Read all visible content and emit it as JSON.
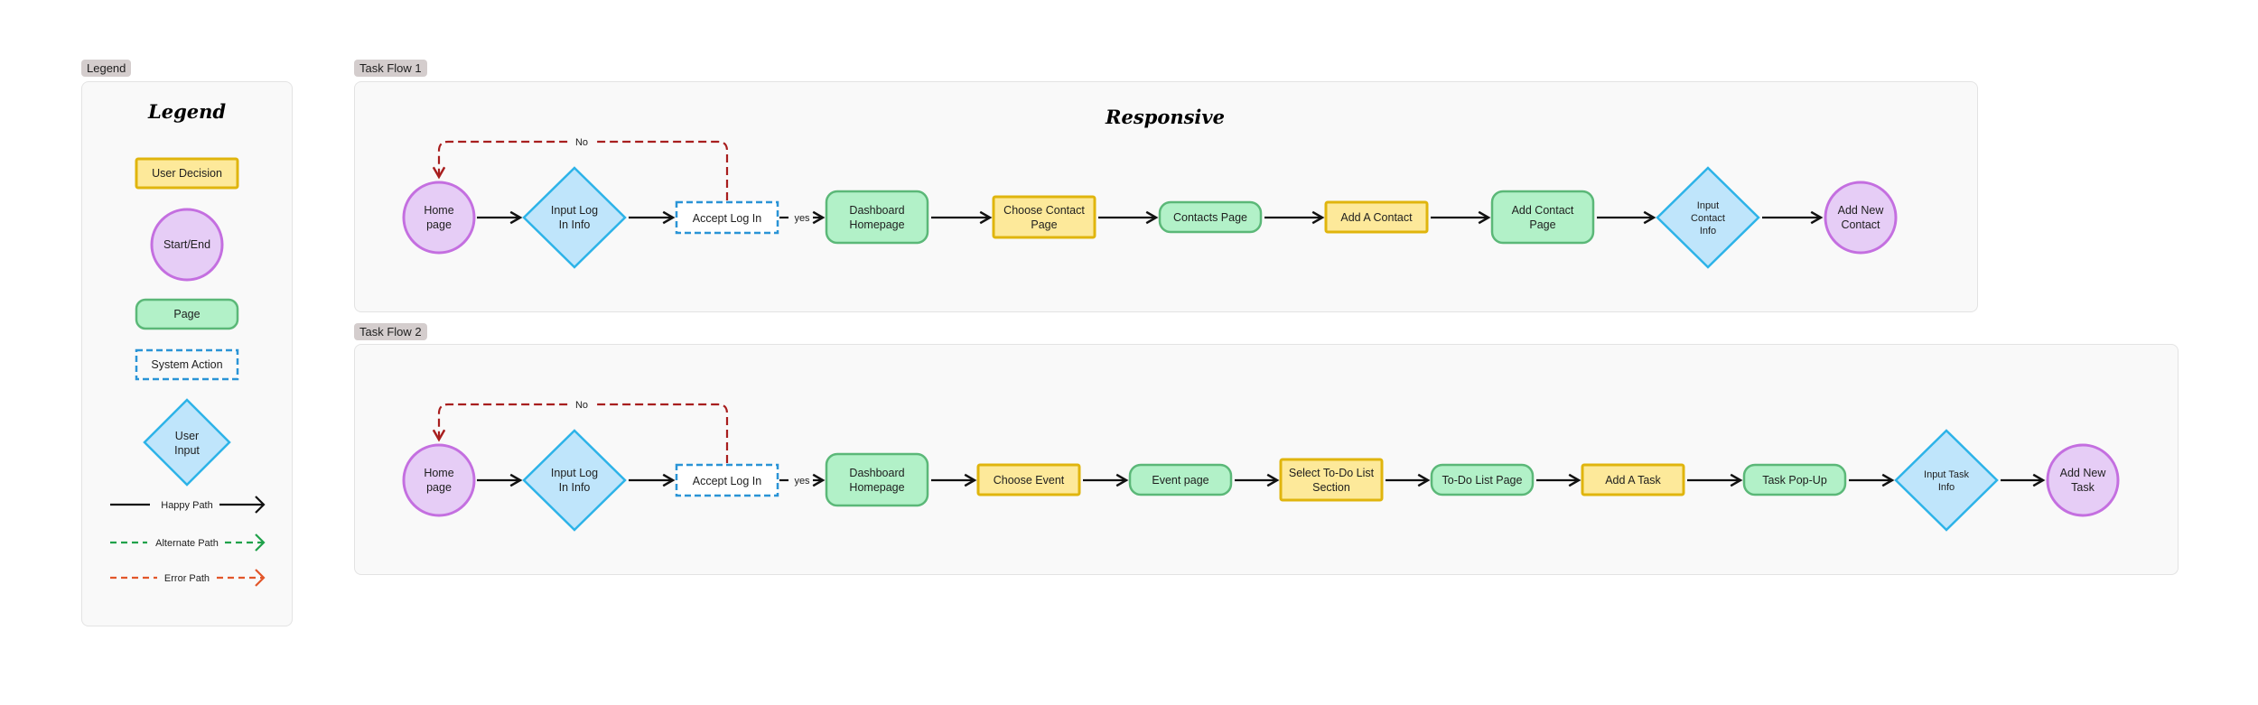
{
  "frames": {
    "legend_tag": "Legend",
    "flow1_tag": "Task Flow 1",
    "flow2_tag": "Task Flow 2"
  },
  "legend": {
    "title": "Legend",
    "user_decision": "User Decision",
    "start_end": "Start/End",
    "page": "Page",
    "system_action": "System Action",
    "user_input": [
      "User",
      "Input"
    ],
    "happy_path": "Happy Path",
    "alternate_path": "Alternate Path",
    "error_path": "Error Path"
  },
  "flow1": {
    "title": "Responsive",
    "home": [
      "Home",
      "page"
    ],
    "input_login": [
      "Input Log",
      "In Info"
    ],
    "accept_login": "Accept Log In",
    "no": "No",
    "yes": "yes",
    "dashboard": [
      "Dashboard",
      "Homepage"
    ],
    "choose_contact": [
      "Choose Contact",
      "Page"
    ],
    "contacts_page": "Contacts Page",
    "add_contact": "Add A Contact",
    "add_contact_page": [
      "Add Contact",
      "Page"
    ],
    "input_contact": [
      "Input",
      "Contact",
      "Info"
    ],
    "add_new_contact": [
      "Add New",
      "Contact"
    ]
  },
  "flow2": {
    "home": [
      "Home",
      "page"
    ],
    "input_login": [
      "Input Log",
      "In Info"
    ],
    "accept_login": "Accept Log In",
    "no": "No",
    "yes": "yes",
    "dashboard": [
      "Dashboard",
      "Homepage"
    ],
    "choose_event": "Choose Event",
    "event_page": "Event page",
    "select_todo": [
      "Select To-Do List",
      "Section"
    ],
    "todo_page": "To-Do List Page",
    "add_task": "Add A Task",
    "task_popup": "Task Pop-Up",
    "input_task": [
      "Input Task",
      "Info"
    ],
    "add_new_task": [
      "Add New",
      "Task"
    ]
  },
  "colors": {
    "decision_fill": "#fde99a",
    "decision_stroke": "#e0b50d",
    "start_fill": "#e6cdf6",
    "start_stroke": "#c46fe0",
    "page_fill": "#b2f1c8",
    "page_stroke": "#5bb878",
    "system_stroke": "#2a94d6",
    "input_fill": "#bfe5fb",
    "input_stroke": "#2db3e8",
    "happy": "#111111",
    "alternate": "#1fa14a",
    "error": "#e2562a",
    "loop": "#a81e1e"
  }
}
